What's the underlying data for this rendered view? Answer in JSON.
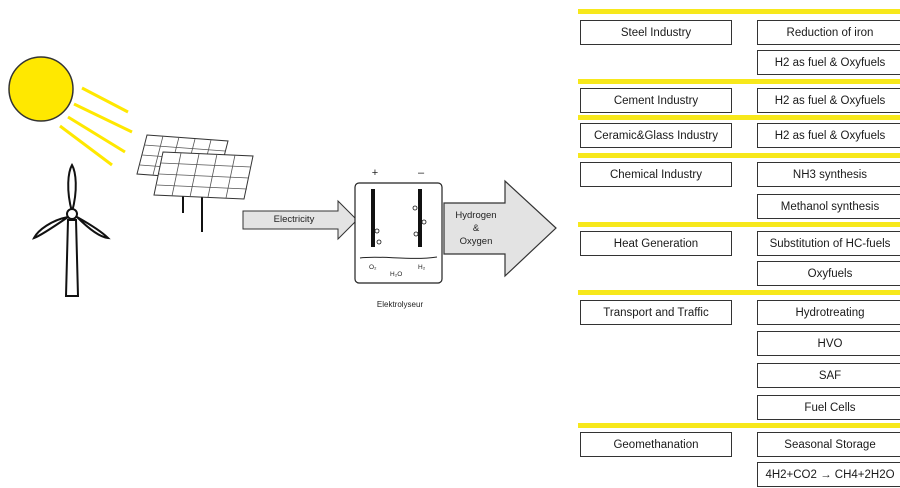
{
  "electrolyser": {
    "caption": "Elektrolyseur",
    "plus": "+",
    "minus": "–",
    "o2": "O₂",
    "h2o": "H₂O",
    "h2": "H₂"
  },
  "arrows": {
    "electricity": "Electricity",
    "hydrogen": "Hydrogen",
    "amp": "&",
    "oxygen": "Oxygen"
  },
  "table": {
    "rows": [
      {
        "sector": "Steel Industry",
        "uses": [
          "Reduction of iron",
          "H2 as fuel & Oxyfuels"
        ]
      },
      {
        "sector": "Cement Industry",
        "uses": [
          "H2 as fuel & Oxyfuels"
        ]
      },
      {
        "sector": "Ceramic&Glass Industry",
        "uses": [
          "H2 as fuel & Oxyfuels"
        ]
      },
      {
        "sector": "Chemical Industry",
        "uses": [
          "NH3 synthesis",
          "Methanol synthesis"
        ]
      },
      {
        "sector": "Heat Generation",
        "uses": [
          "Substitution of HC-fuels",
          "Oxyfuels"
        ]
      },
      {
        "sector": "Transport and Traffic",
        "uses": [
          "Hydrotreating",
          "HVO",
          "SAF",
          "Fuel Cells"
        ]
      },
      {
        "sector": "Geomethanation",
        "uses": [
          "Seasonal Storage",
          "4H2+CO2 → CH4+2H2O"
        ]
      }
    ]
  },
  "colors": {
    "sun": "#ffe800",
    "sun_rays": "#ffe800",
    "divider": "#f7e81b",
    "arrow_fill": "#e3e3e3",
    "outline": "#333333"
  }
}
